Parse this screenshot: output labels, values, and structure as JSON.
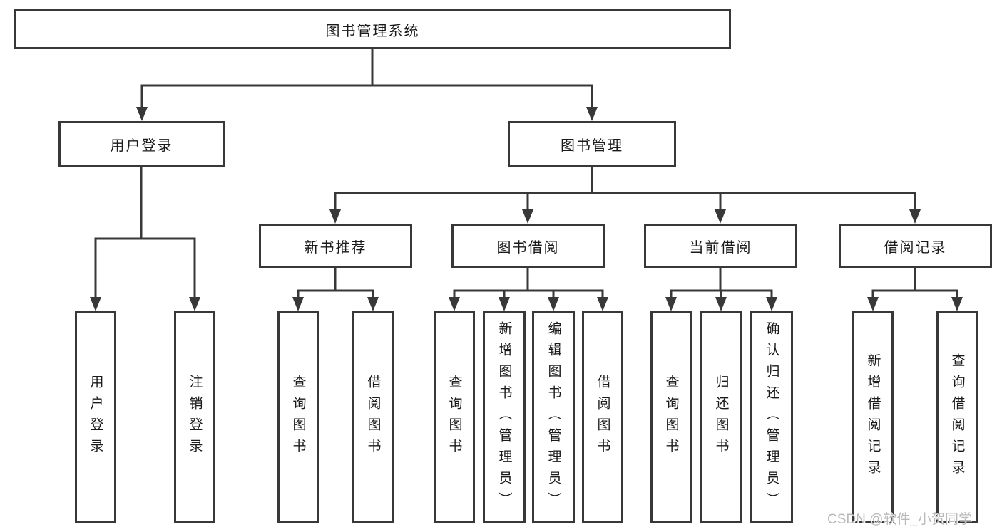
{
  "diagram": {
    "root": {
      "label": "图书管理系统"
    },
    "level2": {
      "user_login": {
        "label": "用户登录"
      },
      "book_management": {
        "label": "图书管理"
      }
    },
    "level3": {
      "new_book_recommend": {
        "label": "新书推荐"
      },
      "book_borrow": {
        "label": "图书借阅"
      },
      "current_borrow": {
        "label": "当前借阅"
      },
      "borrow_records": {
        "label": "借阅记录"
      }
    },
    "leaves": {
      "user_login": {
        "label": "用户登录"
      },
      "logout_login": {
        "label": "注销登录"
      },
      "query_books_recommend": {
        "label": "查询图书"
      },
      "borrow_books_recommend": {
        "label": "借阅图书"
      },
      "query_books_borrow": {
        "label": "查询图书"
      },
      "add_book_admin": {
        "label": "新增图书（管理员）"
      },
      "edit_book_admin": {
        "label": "编辑图书（管理员）"
      },
      "borrow_books_borrow": {
        "label": "借阅图书"
      },
      "query_books_current": {
        "label": "查询图书"
      },
      "return_book": {
        "label": "归还图书"
      },
      "confirm_return_admin": {
        "label": "确认归还（管理员）"
      },
      "add_borrow_record": {
        "label": "新增借阅记录"
      },
      "query_borrow_record": {
        "label": "查询借阅记录"
      }
    },
    "watermark": {
      "text": "CSDN @软件_小贺同学"
    },
    "colors": {
      "line": "#383838",
      "text": "#1a1a1a",
      "watermark": "#b9b9b9",
      "background": "#ffffff"
    }
  }
}
